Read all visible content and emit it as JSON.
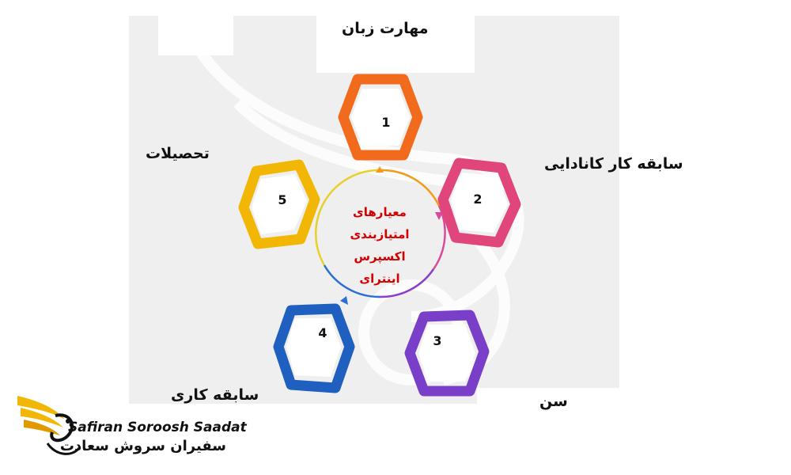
{
  "center": {
    "lines": [
      "معیارهای",
      "امتیازبندی",
      "اکسپرس",
      "اینترای"
    ]
  },
  "nodes": [
    {
      "number": "1",
      "label": "مهارت زبان",
      "color": "#f26a1b"
    },
    {
      "number": "2",
      "label": "سابقه کار کانادایی",
      "color": "#e0457b"
    },
    {
      "number": "3",
      "label": "سن",
      "color": "#7a3fc9"
    },
    {
      "number": "4",
      "label": "سابقه کاری",
      "color": "#1f5fbf"
    },
    {
      "number": "5",
      "label": "تحصیلات",
      "color": "#f2b705"
    }
  ],
  "logo": {
    "latin": "Safiran Soroosh Saadat",
    "persian": "سفیران سروش سعادت",
    "icon": "phoenix-logo-icon",
    "accent": "#f2b705"
  }
}
